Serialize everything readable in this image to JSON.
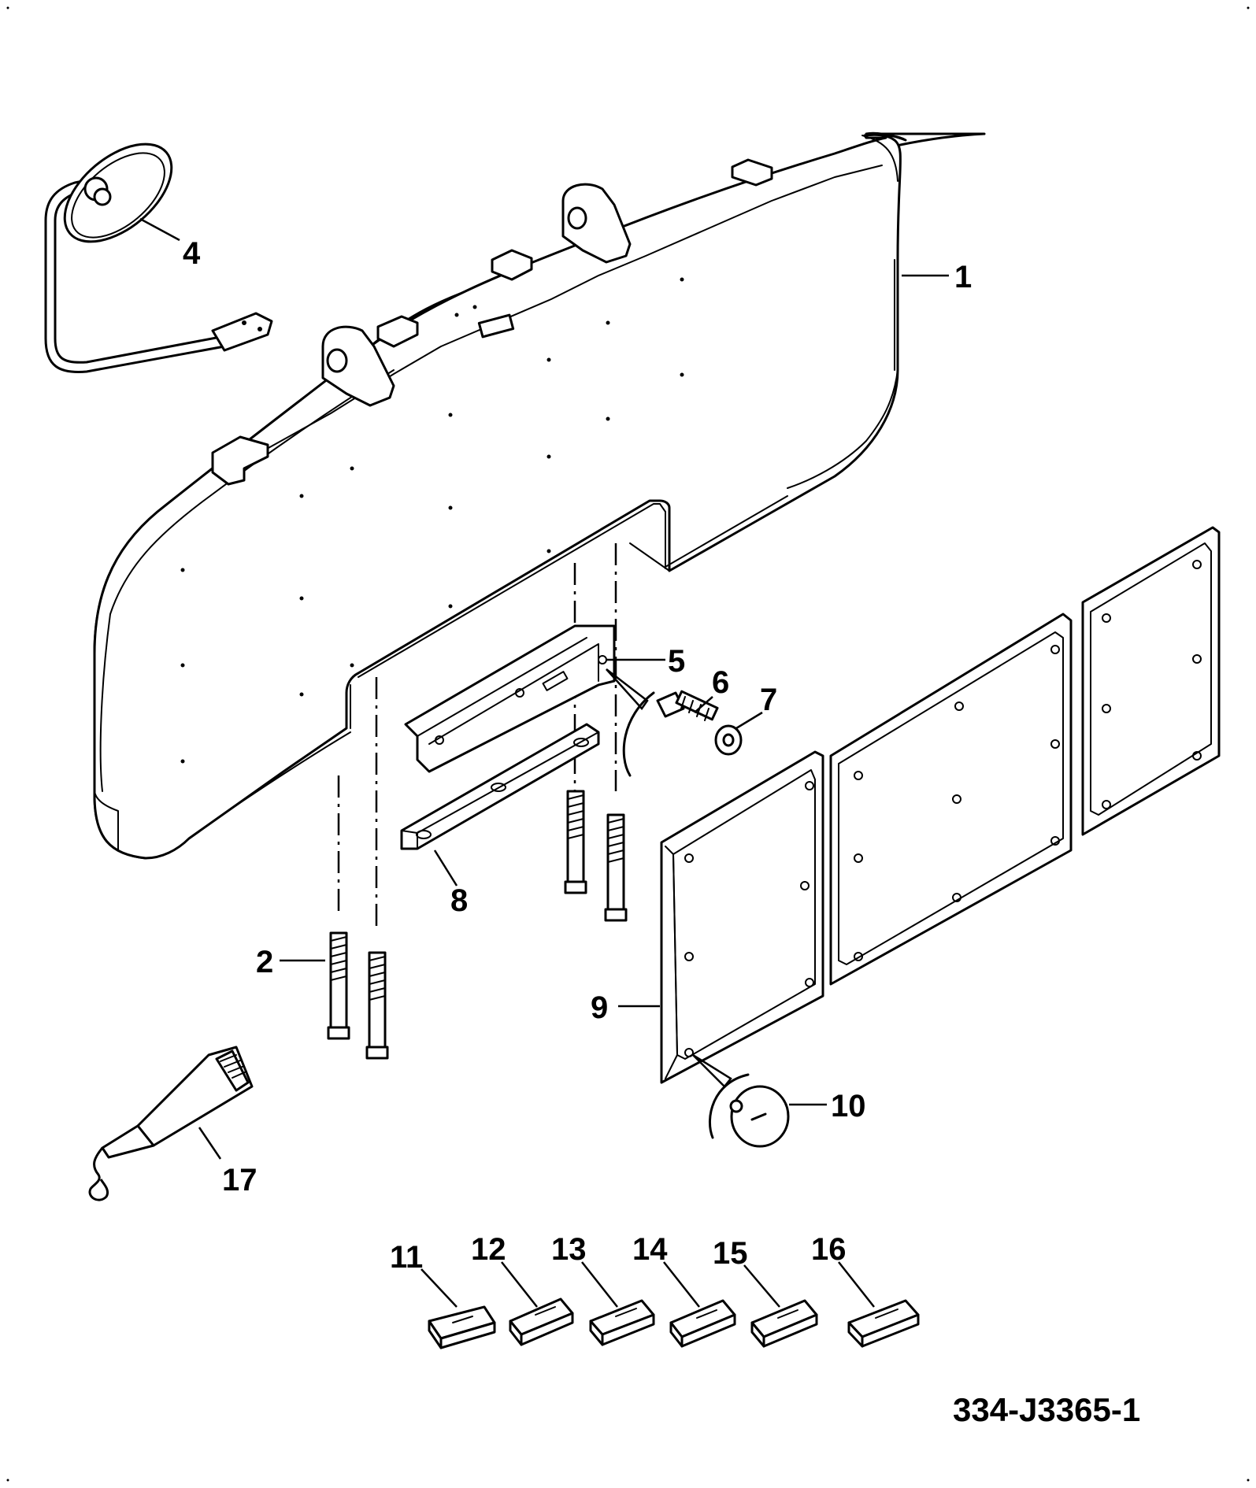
{
  "drawing": {
    "reference_code": "334-J3365-1"
  },
  "callouts": [
    {
      "id": "callout-1",
      "label": "1"
    },
    {
      "id": "callout-2",
      "label": "2"
    },
    {
      "id": "callout-4",
      "label": "4"
    },
    {
      "id": "callout-5",
      "label": "5"
    },
    {
      "id": "callout-6",
      "label": "6"
    },
    {
      "id": "callout-7",
      "label": "7"
    },
    {
      "id": "callout-8",
      "label": "8"
    },
    {
      "id": "callout-9",
      "label": "9"
    },
    {
      "id": "callout-10",
      "label": "10"
    },
    {
      "id": "callout-11",
      "label": "11"
    },
    {
      "id": "callout-12",
      "label": "12"
    },
    {
      "id": "callout-13",
      "label": "13"
    },
    {
      "id": "callout-14",
      "label": "14"
    },
    {
      "id": "callout-15",
      "label": "15"
    },
    {
      "id": "callout-16",
      "label": "16"
    },
    {
      "id": "callout-17",
      "label": "17"
    }
  ]
}
